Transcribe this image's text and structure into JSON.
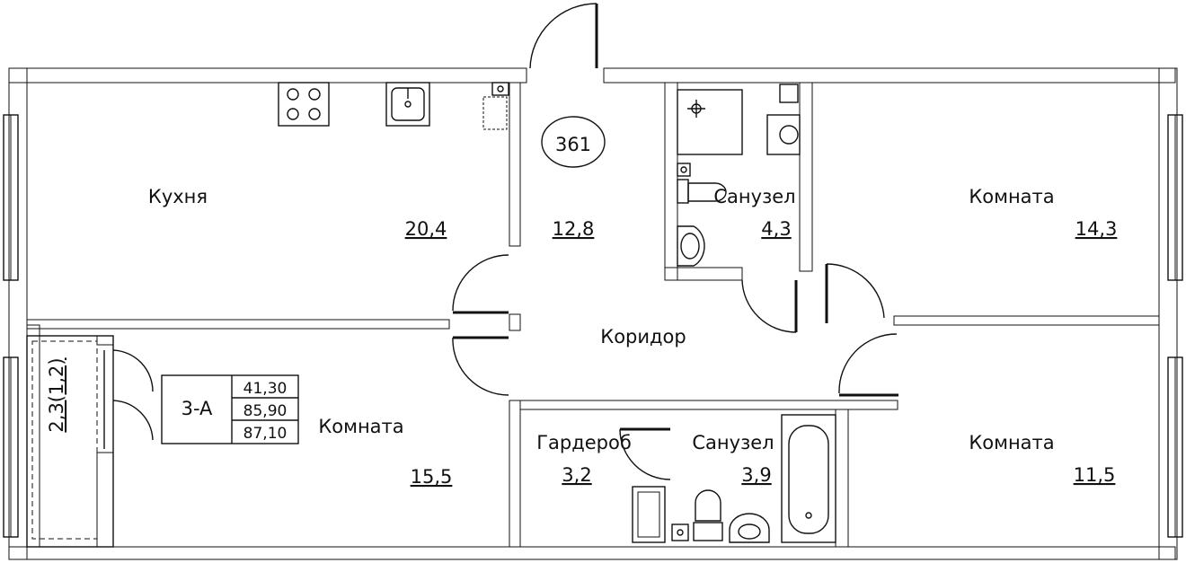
{
  "apartment": {
    "number": "361",
    "type": "3-A",
    "areas": [
      "41,30",
      "85,90",
      "87,10"
    ]
  },
  "rooms": {
    "kitchen": {
      "label": "Кухня",
      "area": "20,4"
    },
    "hall_upper": {
      "area": "12,8"
    },
    "bathroom_top": {
      "label": "Санузел",
      "area": "4,3"
    },
    "room_top_right": {
      "label": "Комната",
      "area": "14,3"
    },
    "corridor": {
      "label": "Коридор"
    },
    "room_left": {
      "label": "Комната",
      "area": "15,5"
    },
    "wardrobe": {
      "label": "Гардероб",
      "area": "3,2"
    },
    "bathroom_bottom": {
      "label": "Санузел",
      "area": "3,9"
    },
    "room_bottom_right": {
      "label": "Комната",
      "area": "11,5"
    },
    "balcony": {
      "label": "2,3(1,2)"
    }
  },
  "colors": {
    "ink": "#111111",
    "hatch": "#555555",
    "background": "#ffffff"
  }
}
